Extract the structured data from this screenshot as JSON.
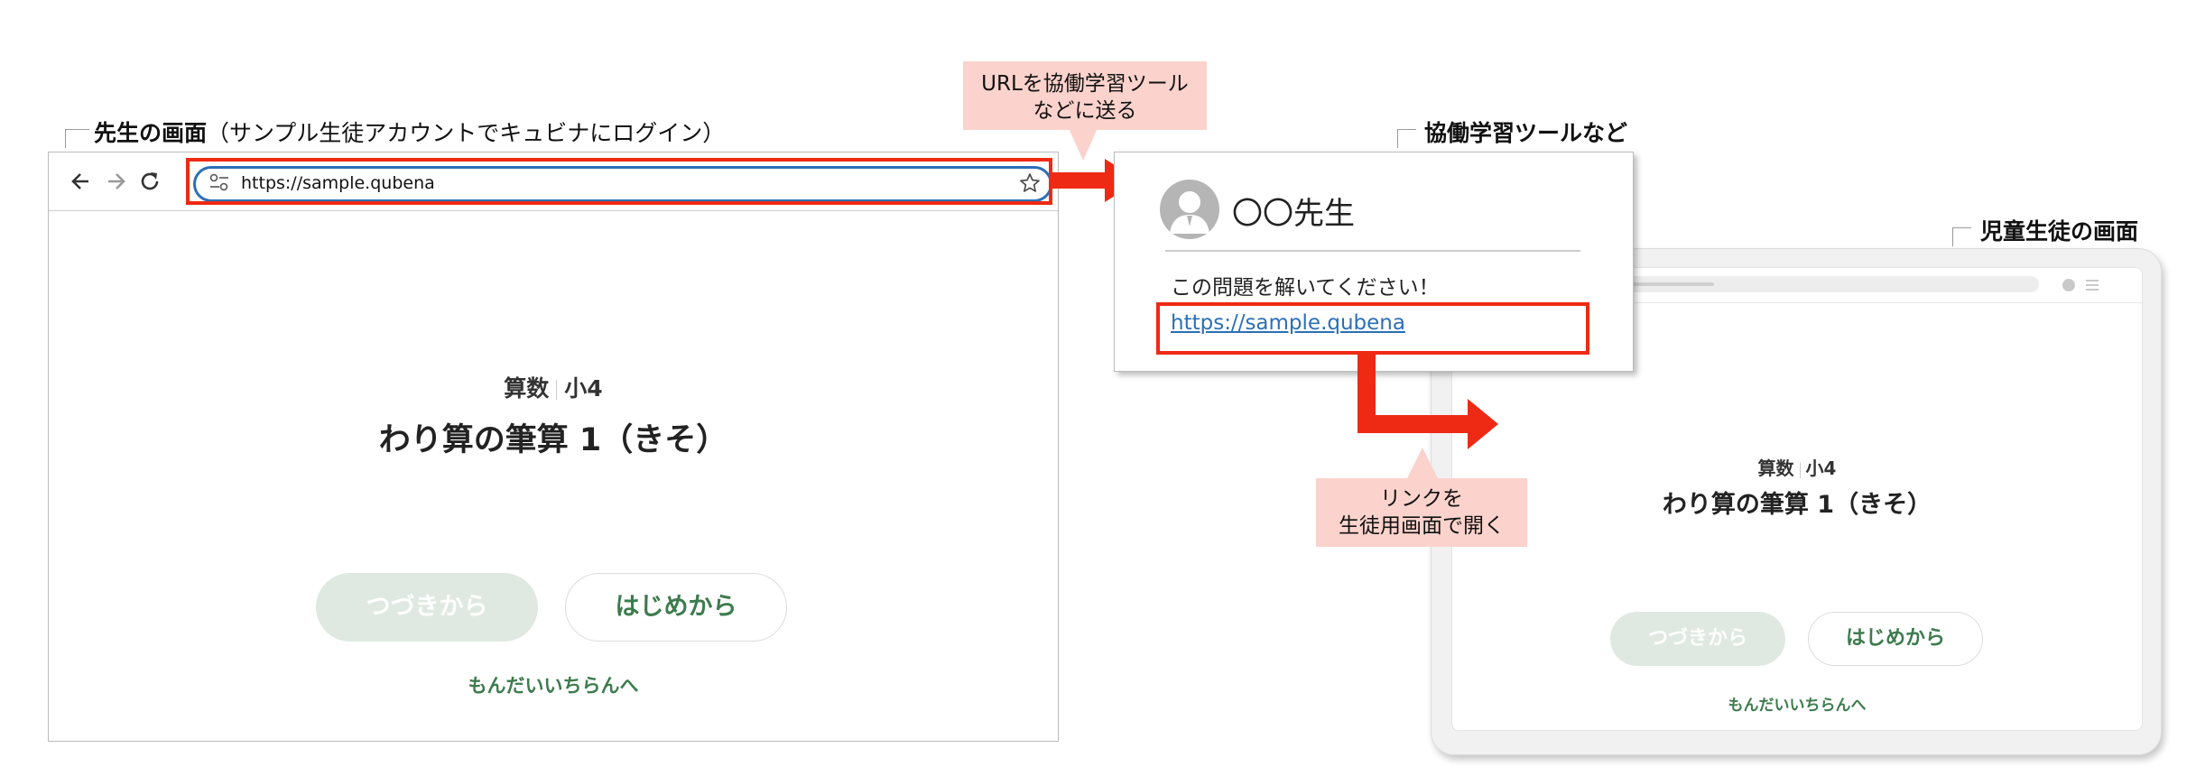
{
  "teacher_screen": {
    "label_bold": "先生の画面",
    "label_note": "（サンプル生徒アカウントでキュビナにログイン）",
    "url": "https://sample.qubena",
    "subject": "算数",
    "grade": "小4",
    "lesson_title": "わり算の筆算 1（きそ）",
    "continue_button": "つづきから",
    "start_button": "はじめから",
    "list_link": "もんだいいちらんへ"
  },
  "callout_send": {
    "line1": "URLを協働学習ツール",
    "line2": "などに送る"
  },
  "collab_tool": {
    "label": "協働学習ツールなど",
    "teacher_name": "〇〇先生",
    "message": "この問題を解いてください！",
    "link": "https://sample.qubena"
  },
  "callout_open": {
    "line1": "リンクを",
    "line2": "生徒用画面で開く"
  },
  "student_screen": {
    "label": "児童生徒の画面",
    "subject": "算数",
    "grade": "小4",
    "lesson_title": "わり算の筆算 1（きそ）",
    "continue_button": "つづきから",
    "start_button": "はじめから",
    "list_link": "もんだいいちらんへ"
  },
  "colors": {
    "highlight_red": "#ee2a14",
    "callout_pink": "#fbd3cc",
    "accent_green": "#3d7b4d",
    "url_blue": "#2b6fb6"
  },
  "icons": [
    "back-arrow-icon",
    "forward-arrow-icon",
    "reload-icon",
    "site-settings-icon",
    "star-icon",
    "avatar-icon",
    "menu-icon"
  ]
}
